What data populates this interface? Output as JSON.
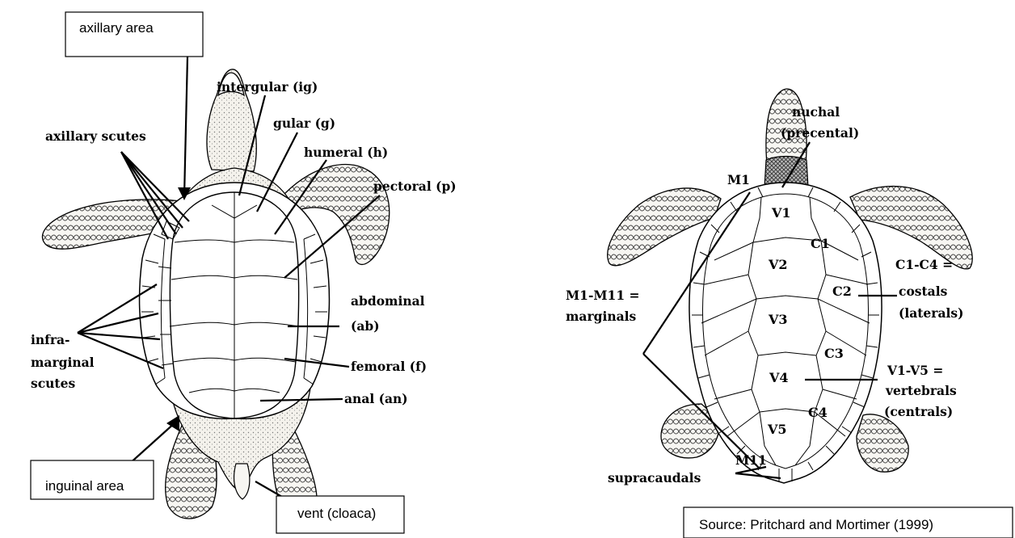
{
  "ventral": {
    "boxed": {
      "axillary_area": "axillary area",
      "inguinal_area": "inguinal area",
      "vent": "vent (cloaca)"
    },
    "labels": {
      "axillary_scutes": "axillary scutes",
      "intergular": "intergular (ig)",
      "gular": "gular (g)",
      "humeral": "humeral (h)",
      "pectoral": "pectoral (p)",
      "abdominal_line1": "abdominal",
      "abdominal_line2": "(ab)",
      "femoral": "femoral (f)",
      "anal": "anal (an)",
      "inframarginal_line1": "infra-",
      "inframarginal_line2": "marginal",
      "inframarginal_line3": "scutes"
    }
  },
  "dorsal": {
    "labels": {
      "nuchal_line1": "nuchal",
      "nuchal_line2": "(precental)",
      "m1": "M1",
      "marginals_line1": "M1-M11 =",
      "marginals_line2": "marginals",
      "costals_line1": "C1-C4 =",
      "costals_line2": "costals",
      "costals_line3": "(laterals)",
      "vertebrals_line1": "V1-V5 =",
      "vertebrals_line2": "vertebrals",
      "vertebrals_line3": "(centrals)",
      "m11": "M11",
      "supracaudals": "supracaudals"
    },
    "scutes": {
      "v1": "V1",
      "v2": "V2",
      "v3": "V3",
      "v4": "V4",
      "v5": "V5",
      "c1": "C1",
      "c2": "C2",
      "c3": "C3",
      "c4": "C4"
    }
  },
  "source": "Source: Pritchard and Mortimer (1999)"
}
